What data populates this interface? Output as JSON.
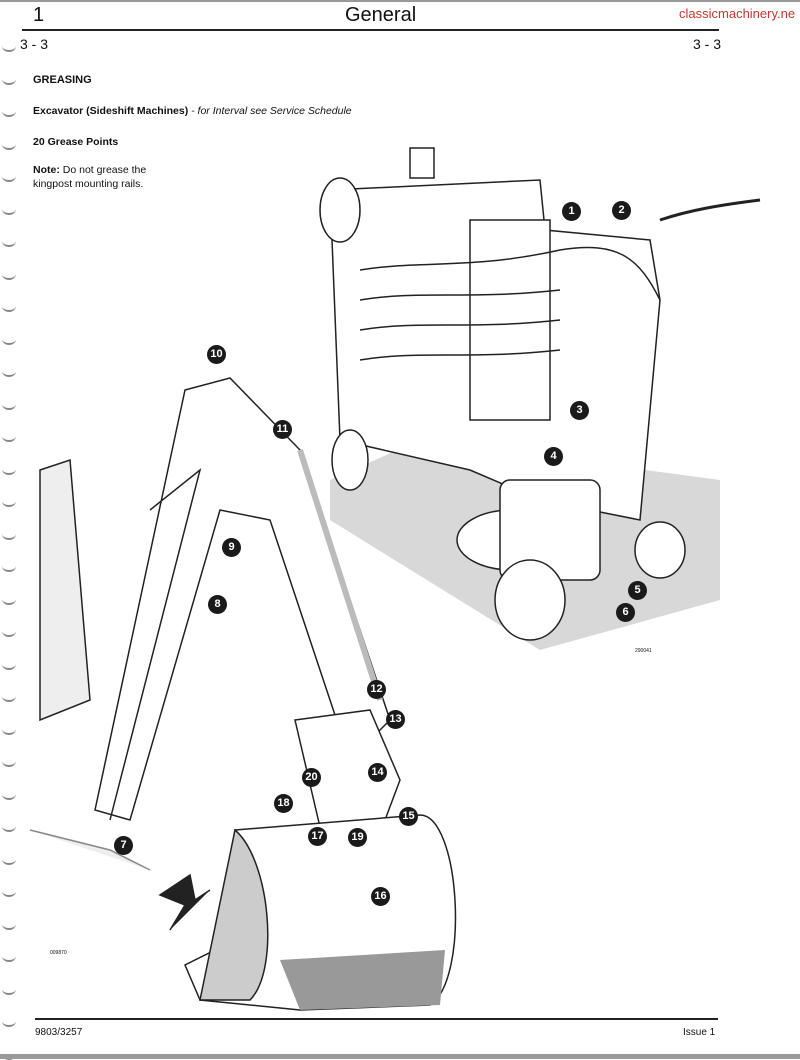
{
  "header": {
    "chapter_number": "1",
    "title": "General",
    "watermark": "classicmachinery.ne",
    "page_left": "3 - 3",
    "page_right": "3 - 3"
  },
  "content": {
    "heading": "GREASING",
    "subheading_bold": "Excavator (Sideshift Machines)",
    "subheading_italic": " - for Interval see Service Schedule",
    "grease_points": "20 Grease Points",
    "note_label": "Note:",
    "note_text_line1": " Do not grease the",
    "note_text_line2": "kingpost mounting rails."
  },
  "figure": {
    "ref_top": "290041",
    "ref_bottom": "009870",
    "callouts": [
      "1",
      "2",
      "3",
      "4",
      "5",
      "6",
      "7",
      "8",
      "9",
      "10",
      "11",
      "12",
      "13",
      "14",
      "15",
      "16",
      "17",
      "18",
      "19",
      "20"
    ]
  },
  "footer": {
    "doc_number": "9803/3257",
    "issue": "Issue 1"
  },
  "colors": {
    "watermark": "#c0392b",
    "callout": "#1a1a1a"
  }
}
